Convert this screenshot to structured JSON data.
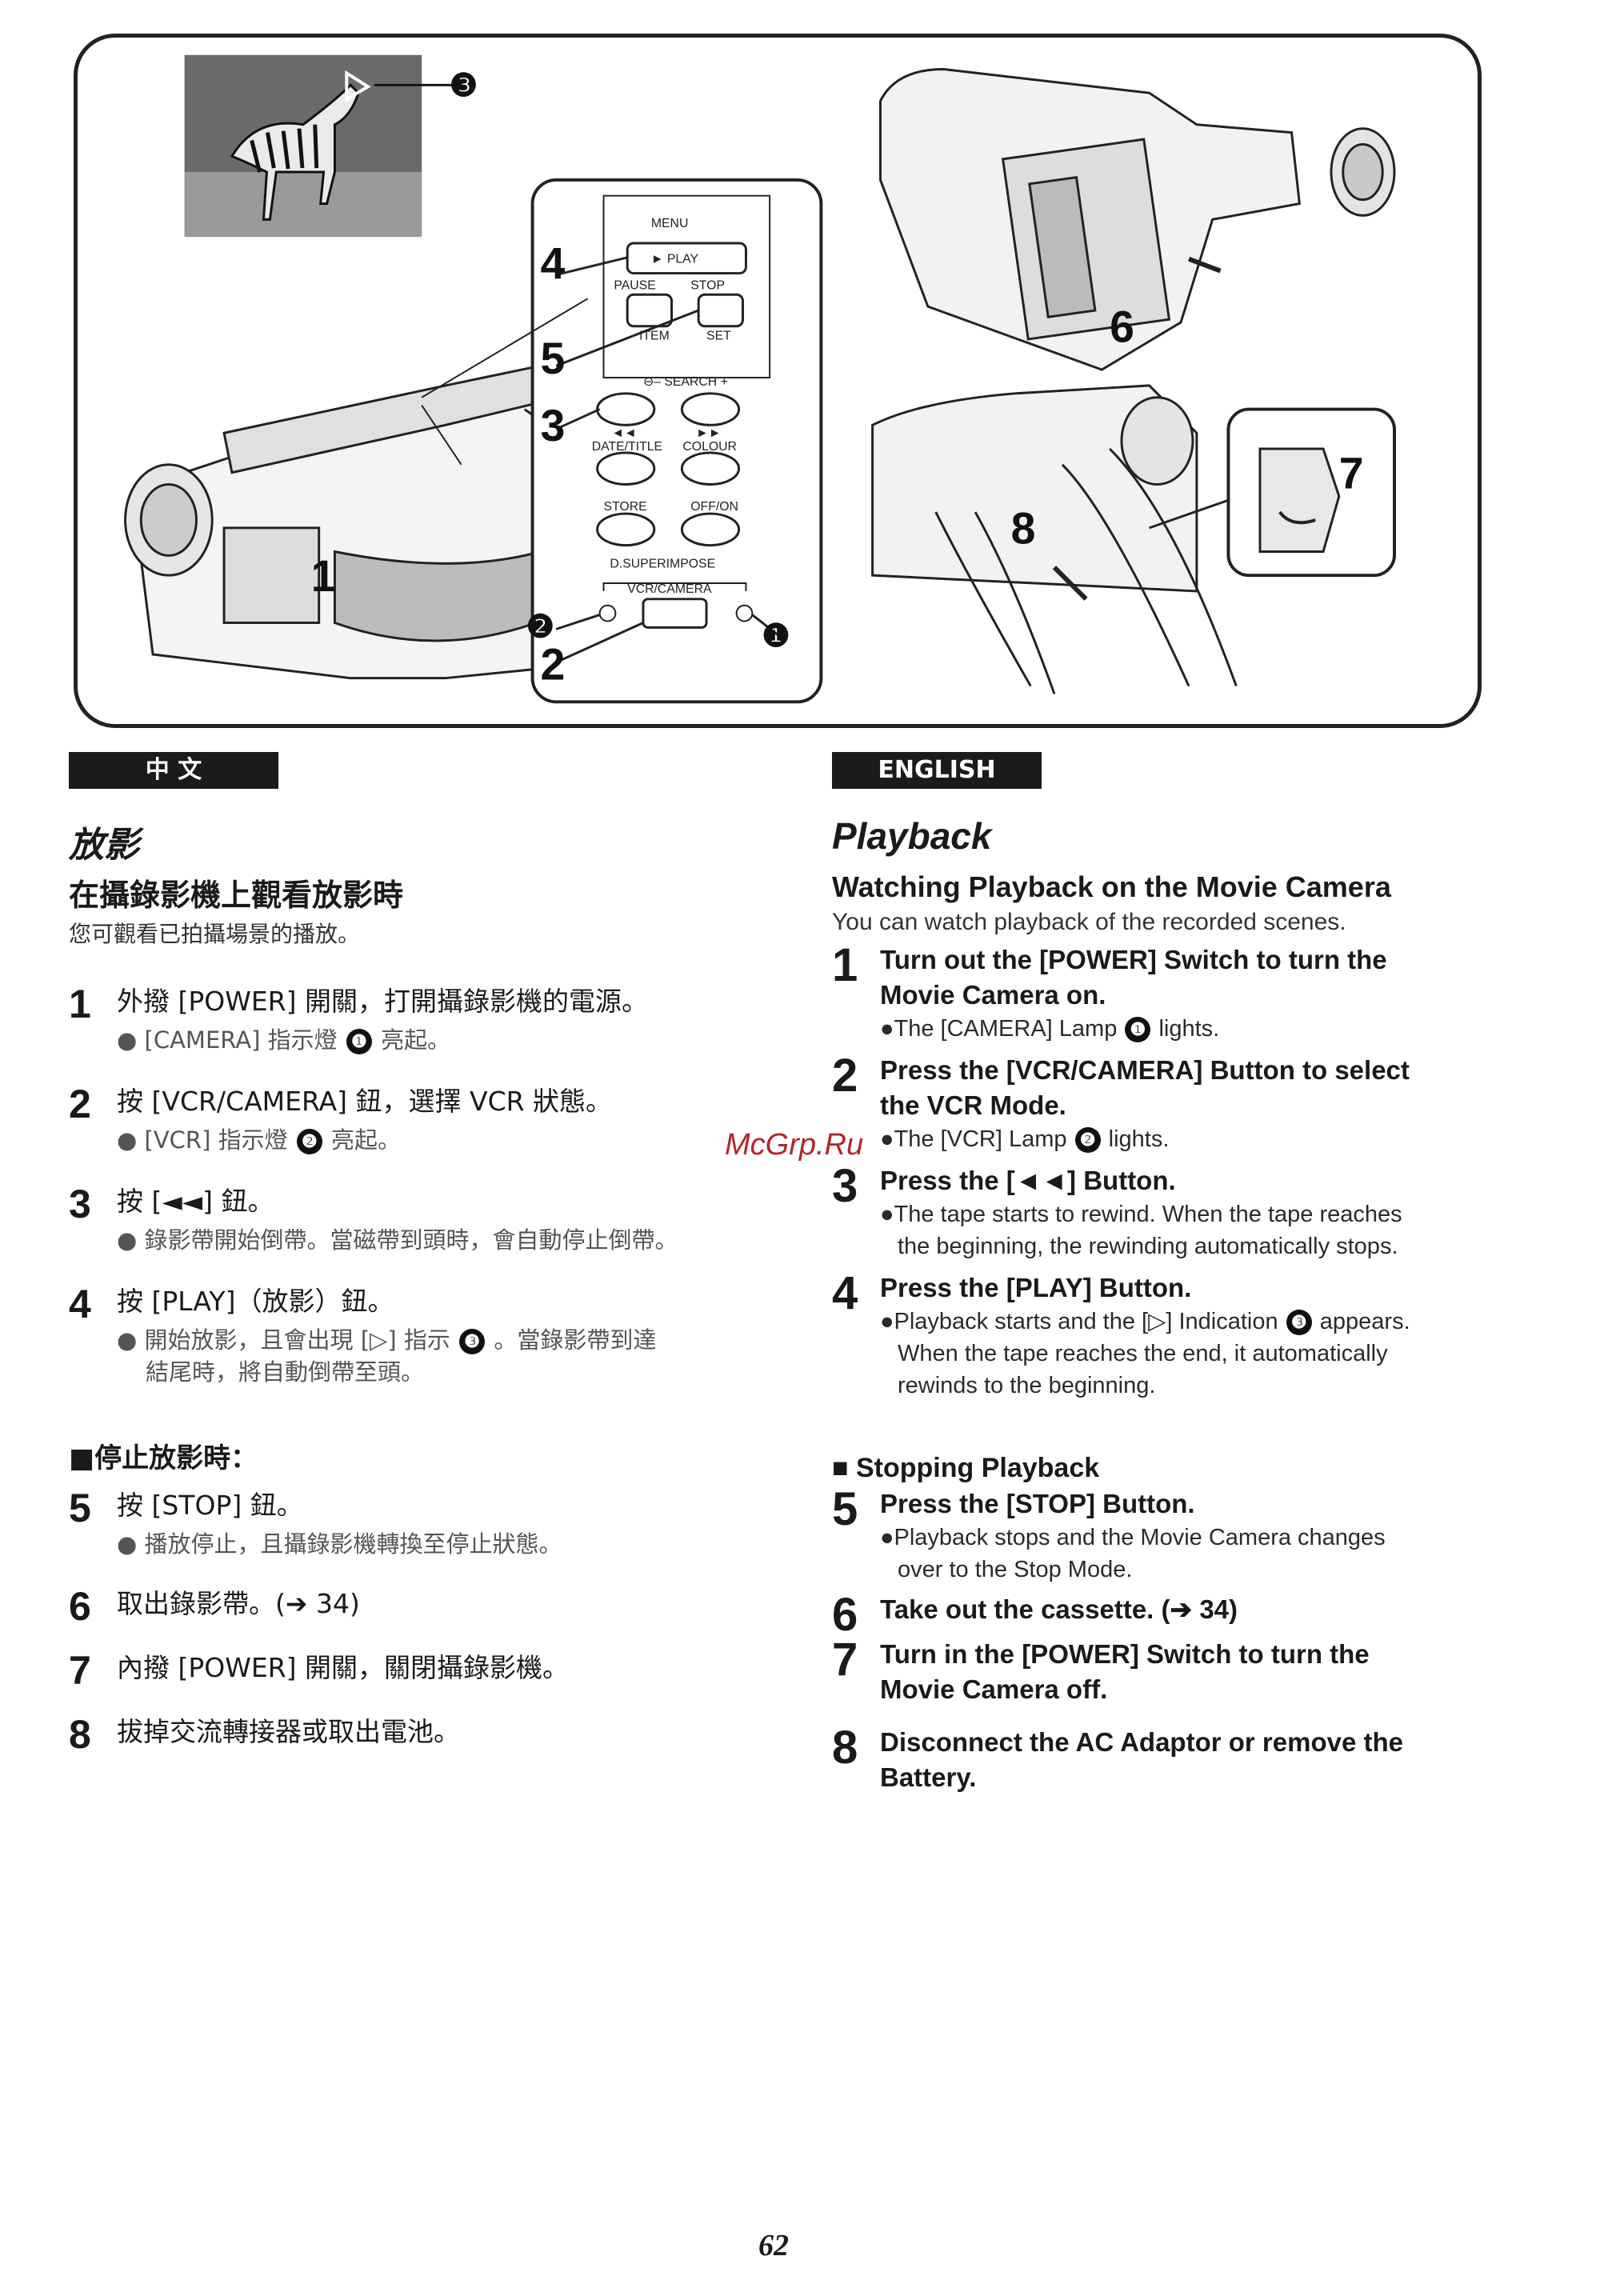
{
  "figure": {
    "callouts": {
      "c1": "1",
      "c2": "2",
      "c3": "3",
      "c4": "4",
      "c5": "5",
      "c6": "6",
      "c7": "7",
      "c8": "8",
      "m1": "❶",
      "m2": "❷",
      "m3": "❸"
    },
    "remote": {
      "menu": "MENU",
      "play": "► PLAY",
      "pause": "PAUSE",
      "stop": "STOP",
      "item": "ITEM",
      "set": "SET",
      "search": "⊖– SEARCH +",
      "rew": "◄◄",
      "ff": "►►",
      "date_title": "DATE/TITLE",
      "colour": "COLOUR",
      "store": "STORE",
      "offon": "OFF/ON",
      "dsuper": "D.SUPERIMPOSE",
      "vcrcam": "VCR/CAMERA"
    }
  },
  "zh": {
    "tab": "中  文",
    "section_title": "放影",
    "sub_title": "在攝錄影機上觀看放影時",
    "intro": "您可觀看已拍攝場景的播放。",
    "steps": [
      {
        "n": "1",
        "text": "外撥 [POWER] 開關，打開攝錄影機的電源。",
        "note_a": "● [CAMERA] 指示燈",
        "note_b": "亮起。",
        "badge": "❶"
      },
      {
        "n": "2",
        "text": "按 [VCR/CAMERA] 鈕，選擇 VCR 狀態。",
        "note_a": "● [VCR] 指示燈",
        "note_b": "亮起。",
        "badge": "❷"
      },
      {
        "n": "3",
        "text": "按 [◄◄] 鈕。",
        "note": "● 錄影帶開始倒帶。當磁帶到頭時，會自動停止倒帶。"
      },
      {
        "n": "4",
        "text": "按 [PLAY]（放影）鈕。",
        "note_a": "● 開始放影，且會出現 [▷] 指示",
        "note_b": "。當錄影帶到達",
        "note_c": "結尾時，將自動倒帶至頭。",
        "badge": "❸"
      },
      {
        "n": "5",
        "text": "按 [STOP] 鈕。",
        "note": "● 播放停止，且攝錄影機轉換至停止狀態。"
      },
      {
        "n": "6",
        "text": "取出錄影帶。(➔ 34)"
      },
      {
        "n": "7",
        "text": "內撥 [POWER] 開關，關閉攝錄影機。"
      },
      {
        "n": "8",
        "text": "拔掉交流轉接器或取出電池。"
      }
    ],
    "stop_heading": "■停止放影時："
  },
  "en": {
    "tab": "ENGLISH",
    "section_title": "Playback",
    "sub_title": "Watching Playback on the Movie Camera",
    "intro": "You can watch playback of the recorded scenes.",
    "steps": [
      {
        "n": "1",
        "l1": "Turn out the [POWER] Switch to turn the",
        "l2": "Movie Camera on.",
        "note_a": "●The [CAMERA] Lamp",
        "note_b": "lights.",
        "badge": "❶"
      },
      {
        "n": "2",
        "l1": "Press the [VCR/CAMERA] Button to select",
        "l2": "the VCR Mode.",
        "note_a": "●The [VCR] Lamp",
        "note_b": "lights.",
        "badge": "❷"
      },
      {
        "n": "3",
        "l1": "Press the [◄◄] Button.",
        "note1": "●The tape starts to rewind. When the tape reaches",
        "note2": "the beginning, the rewinding automatically stops."
      },
      {
        "n": "4",
        "l1": "Press the [PLAY] Button.",
        "note_a": "●Playback starts and the [▷] Indication",
        "note_b": "appears.",
        "note2": "When the tape reaches the end, it automatically",
        "note3": "rewinds to the beginning.",
        "badge": "❸"
      },
      {
        "n": "5",
        "l1": "Press the [STOP] Button.",
        "note1": "●Playback stops and the Movie Camera changes",
        "note2": "over to the Stop Mode."
      },
      {
        "n": "6",
        "l1": "Take out the cassette. (➔ 34)"
      },
      {
        "n": "7",
        "l1": "Turn in the [POWER] Switch to turn the",
        "l2": "Movie Camera off."
      },
      {
        "n": "8",
        "l1": "Disconnect the AC Adaptor or remove the",
        "l2": "Battery."
      }
    ],
    "stop_heading": "■  Stopping Playback"
  },
  "watermark": "McGrp.Ru",
  "page_number": "62"
}
